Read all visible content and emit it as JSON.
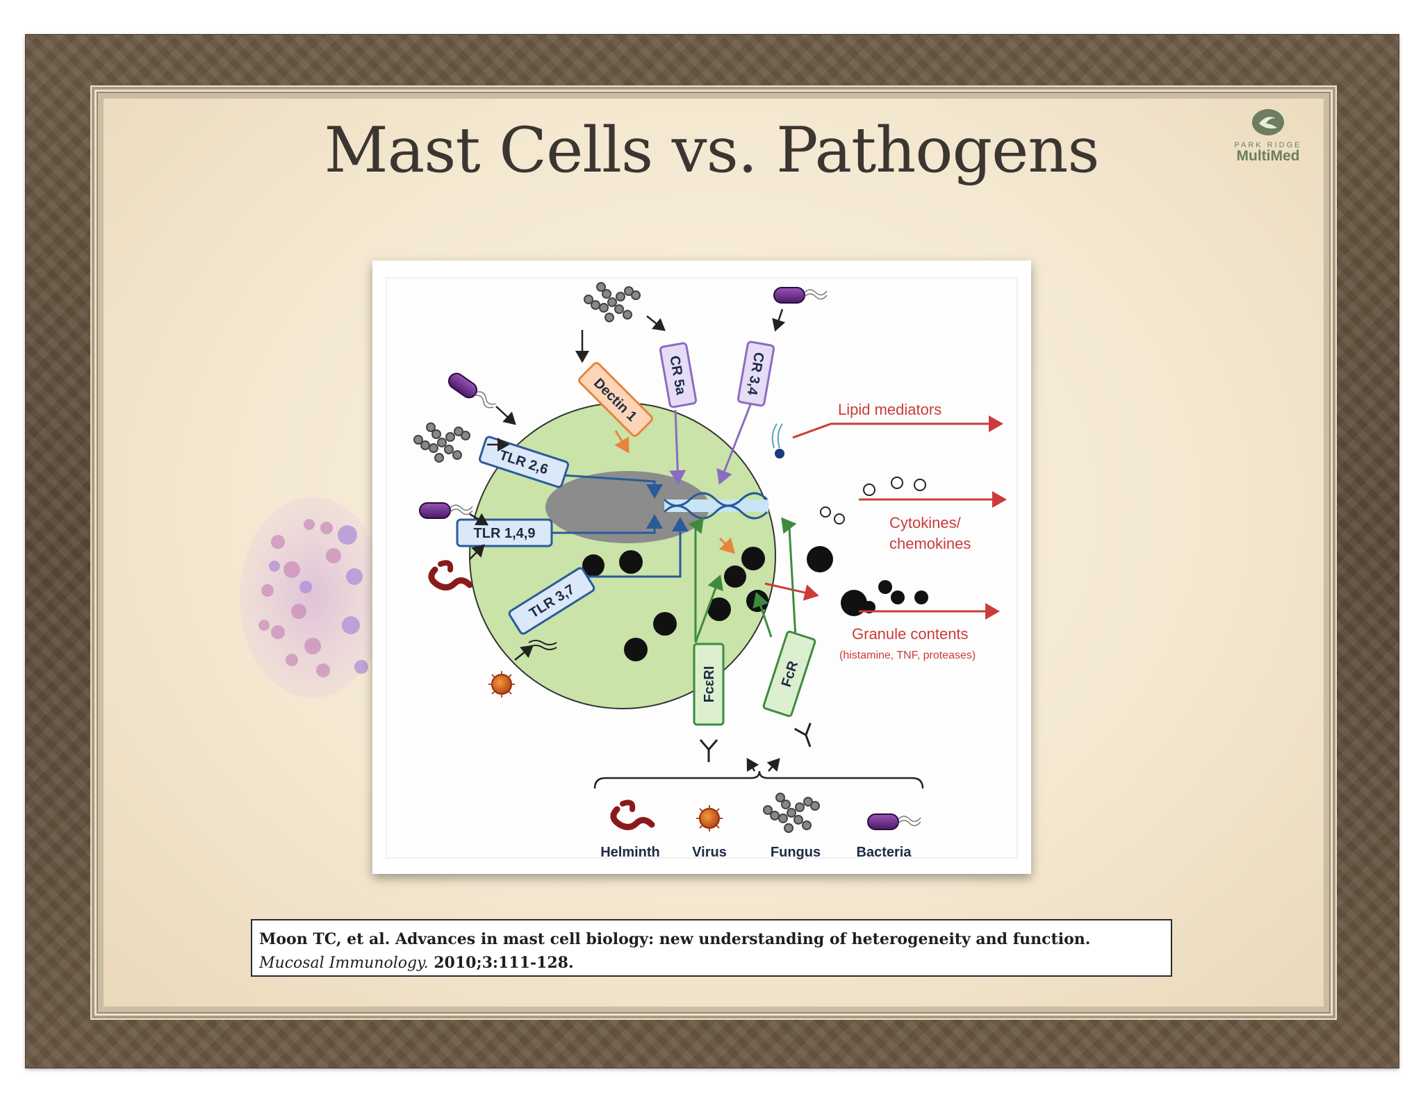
{
  "slide": {
    "title": "Mast Cells vs. Pathogens",
    "logo": {
      "small_text": "PARK RIDGE",
      "brand": "MultiMed"
    }
  },
  "figure": {
    "receptors": {
      "dectin1": "Dectin 1",
      "cr5a": "CR 5a",
      "cr34": "CR 3,4",
      "tlr26": "TLR 2,6",
      "tlr149": "TLR 1,4,9",
      "tlr37": "TLR 3,7",
      "fceri": "FcεRI",
      "fcr": "FcR"
    },
    "outputs": {
      "lipid": "Lipid mediators",
      "cytokines_1": "Cytokines/",
      "cytokines_2": "chemokines",
      "granule": "Granule contents",
      "granule_detail": "(histamine, TNF, proteases)"
    },
    "pathogens": [
      "Helminth",
      "Virus",
      "Fungus",
      "Bacteria"
    ]
  },
  "citation": {
    "line1": "Moon TC, et al. Advances in mast cell biology: new understanding of heterogeneity and function.",
    "journal": "Mucosal Immunology.",
    "details": " 2010;3:111-128."
  },
  "colors": {
    "frame": "#5f4f3c",
    "paper": "#f6ecd8",
    "cell": "#c9e3a8",
    "nucleus": "#8c8c8c",
    "output_red": "#cc3b3b",
    "receptor_blue": "#2a5a9a",
    "receptor_purple": "#8a6cc0",
    "receptor_green": "#3e8b3e",
    "dectin_orange": "#e8843c"
  }
}
